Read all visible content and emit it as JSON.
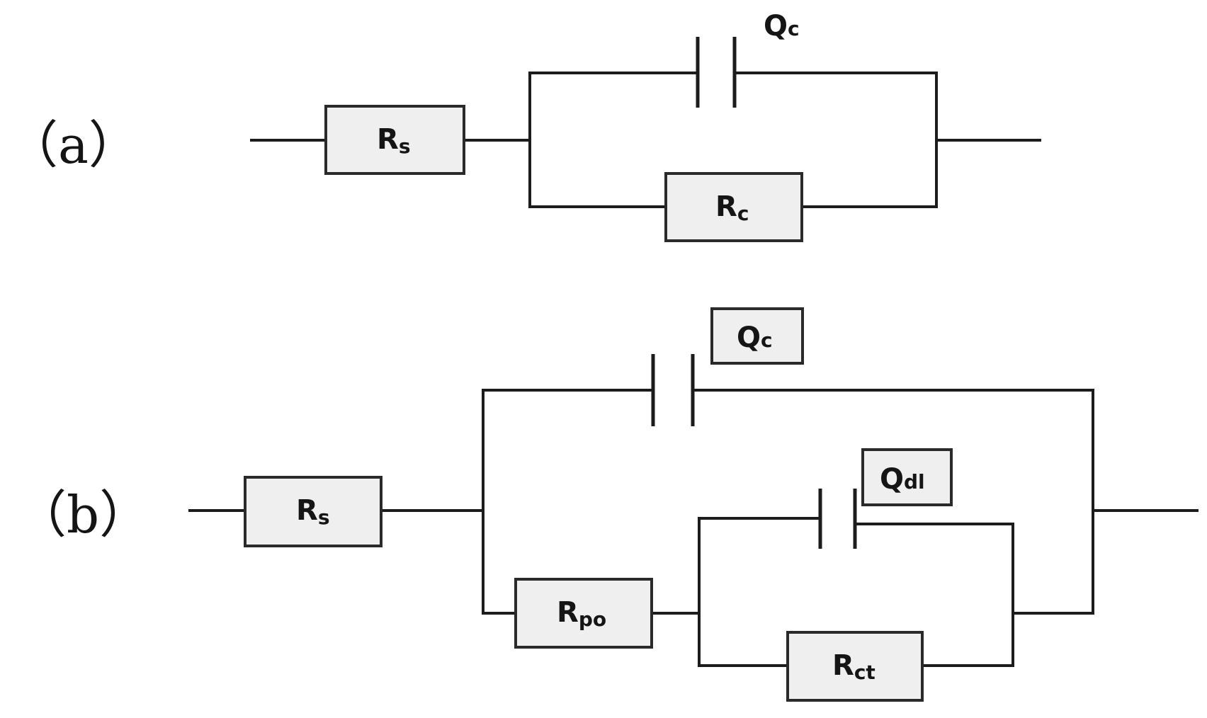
{
  "diagram": {
    "panel_a": {
      "label": "（a）",
      "Rs": {
        "main": "R",
        "sub": "s"
      },
      "Qc": {
        "main": "Q",
        "sub": "c"
      },
      "Rc": {
        "main": "R",
        "sub": "c"
      }
    },
    "panel_b": {
      "label": "（b）",
      "Rs": {
        "main": "R",
        "sub": "s"
      },
      "Qc": {
        "main": "Q",
        "sub": "c"
      },
      "Qdl": {
        "main": "Q",
        "sub": "dl"
      },
      "Rpo": {
        "main": "R",
        "sub": "po"
      },
      "Rct": {
        "main": "R",
        "sub": "ct"
      }
    }
  }
}
